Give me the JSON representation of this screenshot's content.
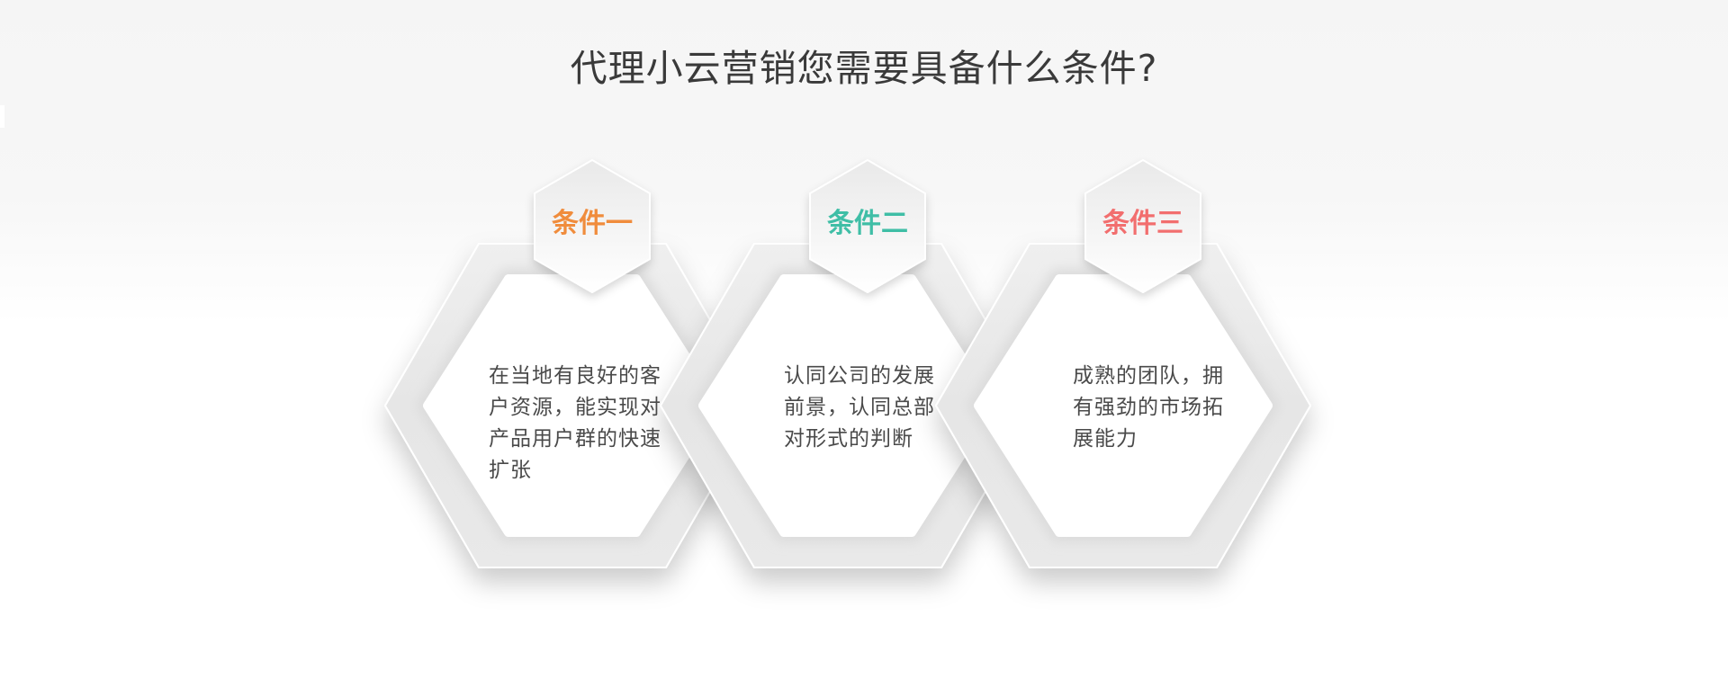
{
  "header": {
    "title": "代理小云营销您需要具备什么条件?"
  },
  "cards": [
    {
      "label": "条件一",
      "color": "#f08c3c",
      "text": "在当地有良好的客户资源，能实现对产品用户群的快速扩张"
    },
    {
      "label": "条件二",
      "color": "#3fbea6",
      "text": "认同公司的发展前景，认同总部对形式的判断"
    },
    {
      "label": "条件三",
      "color": "#f26e6e",
      "text": "成熟的团队，拥有强劲的市场拓展能力"
    }
  ]
}
